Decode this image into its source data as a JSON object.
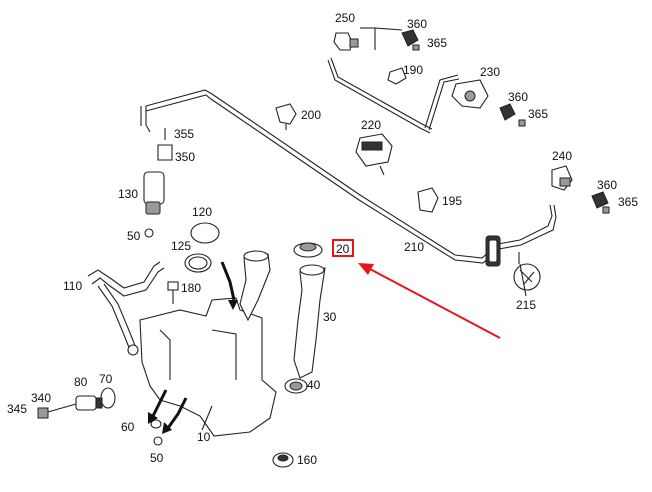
{
  "labels": {
    "p250": "250",
    "p360a": "360",
    "p365a": "365",
    "p190": "190",
    "p230": "230",
    "p360b": "360",
    "p365b": "365",
    "p200": "200",
    "p220": "220",
    "p355": "355",
    "p350": "350",
    "p240": "240",
    "p360c": "360",
    "p365c": "365",
    "p130": "130",
    "p195": "195",
    "p120": "120",
    "p210": "210",
    "p50a": "50",
    "p125": "125",
    "p20": "20",
    "p215": "215",
    "p110": "110",
    "p180": "180",
    "p30": "30",
    "p70": "70",
    "p40": "40",
    "p340": "340",
    "p80": "80",
    "p345": "345",
    "p60": "60",
    "p10": "10",
    "p50b": "50",
    "p160": "160"
  },
  "highlight": {
    "part": "20",
    "color": "#e8141c"
  },
  "colors": {
    "line": "#222222",
    "arrow": "#e8141c"
  }
}
